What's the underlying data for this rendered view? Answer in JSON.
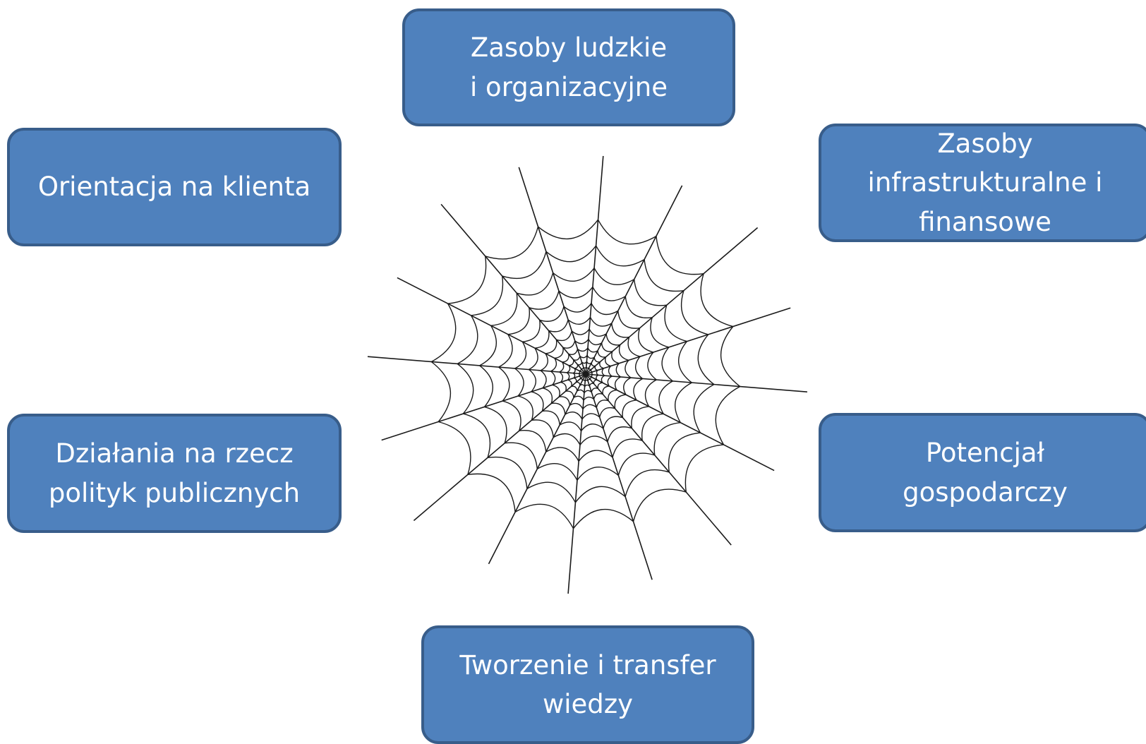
{
  "nodes": {
    "top": "Zasoby ludzkie\ni organizacyjne",
    "top_left": "Orientacja na klienta",
    "top_right": "Zasoby\ninfrastrukturalne i\nfinansowe",
    "middle_left": "Działania na rzecz\npolityk publicznych",
    "middle_right": "Potencjał\ngospodarczy",
    "bottom": "Tworzenie i transfer\nwiedzy"
  },
  "icons": {
    "center": "spider-web-icon"
  },
  "colors": {
    "box_fill": "#4f81bd",
    "box_border": "#385d8a",
    "box_text": "#ffffff",
    "web_stroke": "#1a1a1a"
  }
}
